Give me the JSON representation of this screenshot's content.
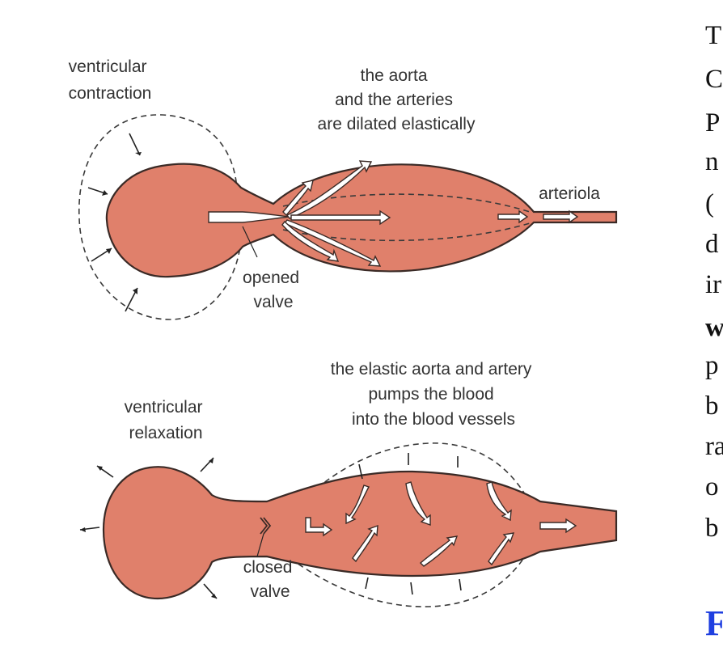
{
  "top": {
    "contraction_label": [
      "ventricular",
      "contraction"
    ],
    "dilated_label": [
      "the aorta",
      "and the arteries",
      "are dilated elastically"
    ],
    "arteriola_label": "arteriola",
    "valve_label": [
      "opened",
      "valve"
    ]
  },
  "bottom": {
    "relaxation_label": [
      "ventricular",
      "relaxation"
    ],
    "pumps_label": [
      "the elastic aorta and artery",
      "pumps the blood",
      "into the blood vessels"
    ],
    "valve_label": [
      "closed",
      "valve"
    ]
  },
  "side_text": {
    "letters": [
      "T",
      "C",
      "P",
      "n",
      "(",
      "d",
      "ir",
      "w",
      "p",
      "b",
      "ra",
      "o",
      "b"
    ],
    "link": "F"
  },
  "colors": {
    "tissue": "#e0806b",
    "outline": "#3a2a26",
    "link": "#1f3fe0"
  }
}
